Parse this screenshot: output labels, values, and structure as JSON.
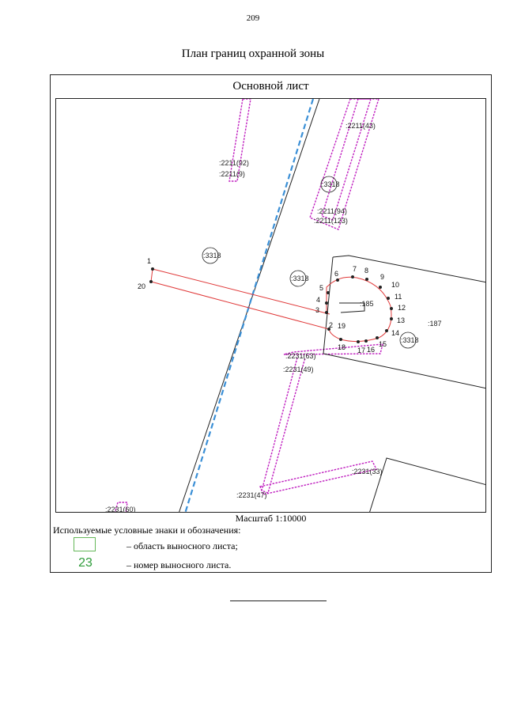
{
  "page_number": "209",
  "title": "План границ охранной зоны",
  "sheet_title": "Основной лист",
  "scale": "Масштаб 1:10000",
  "legend": {
    "title": "Используемые условные знаки и обозначения:",
    "items": [
      {
        "symbol": "",
        "text": "– область выносного листа;"
      },
      {
        "symbol": "23",
        "text": "– номер выносного листа."
      }
    ]
  },
  "map": {
    "parcel_labels": [
      ":2211(43)",
      ":2211(92)",
      ":2211(9)",
      ":2211(94)",
      ":2211(123)",
      ":2231(63)",
      ":2231(49)",
      ":2231(33)",
      ":2231(47)",
      ":2231(60)",
      ":185",
      ":187"
    ],
    "circle_labels": [
      ":3318",
      ":3318",
      ":3318",
      ":3318"
    ],
    "point_labels": [
      "1",
      "20",
      "2",
      "19",
      "3",
      "4",
      "5",
      "6",
      "7",
      "8",
      "9",
      "10",
      "11",
      "12",
      "13",
      "14",
      "15",
      "16",
      "17",
      "18"
    ]
  },
  "colors": {
    "zone_boundary": "#e03a3a",
    "parcel_dashed": "#c020c0",
    "road_dashed": "#3a8fd6",
    "legend_green": "#2e9c3a"
  }
}
